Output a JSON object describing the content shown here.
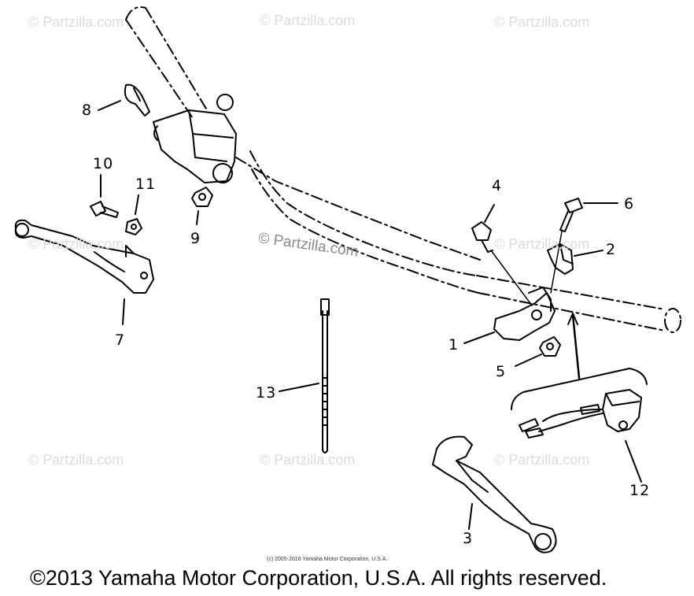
{
  "watermarks": [
    "© Partzilla.com",
    "© Partzilla.com",
    "© Partzilla.com",
    "© Partzilla.com",
    "© Partzilla.com",
    "© Partzilla.com",
    "© Partzilla.com",
    "© Partzilla.com",
    "© Partzilla.com"
  ],
  "part_labels": {
    "p1": "1",
    "p2": "2",
    "p3": "3",
    "p4": "4",
    "p5": "5",
    "p6": "6",
    "p7": "7",
    "p8": "8",
    "p9": "9",
    "p10": "10",
    "p11": "11",
    "p12": "12",
    "p13": "13"
  },
  "fine_copyright": "(c) 2005-2016 Yamaha Motor Corporation, U.S.A.",
  "footer_copyright": "©2013 Yamaha Motor Corporation, U.S.A. All rights reserved."
}
